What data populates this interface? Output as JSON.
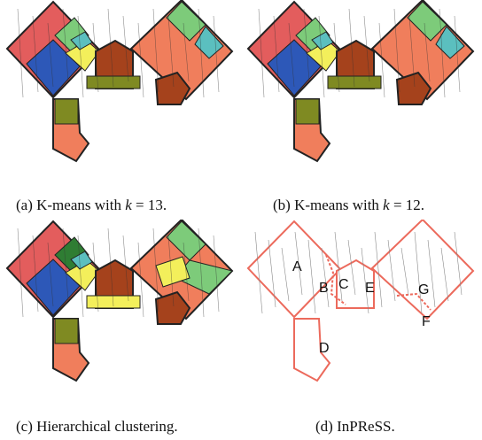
{
  "colors": {
    "red": "#e35d5d",
    "salmon": "#f07e5c",
    "blue": "#2d58b8",
    "brown": "#a5421c",
    "green": "#7dcb7a",
    "teal": "#5bbfbf",
    "yellow": "#f3ef5b",
    "olive": "#7f8a22",
    "darkgreen": "#2f7d33",
    "outline": "#ec6a5c"
  },
  "panels": [
    {
      "id": "a",
      "caption_pre": "(a) K-means with ",
      "caption_var": "k",
      "caption_post": " = 13."
    },
    {
      "id": "b",
      "caption_pre": "(b) K-means with ",
      "caption_var": "k",
      "caption_post": " = 12."
    },
    {
      "id": "c",
      "caption_pre": "(c) Hierarchical clustering.",
      "caption_var": "",
      "caption_post": ""
    },
    {
      "id": "d",
      "caption_pre": "(d) InPReSS.",
      "caption_var": "",
      "caption_post": ""
    }
  ],
  "region_labels": [
    "A",
    "B",
    "C",
    "D",
    "E",
    "F",
    "G"
  ]
}
